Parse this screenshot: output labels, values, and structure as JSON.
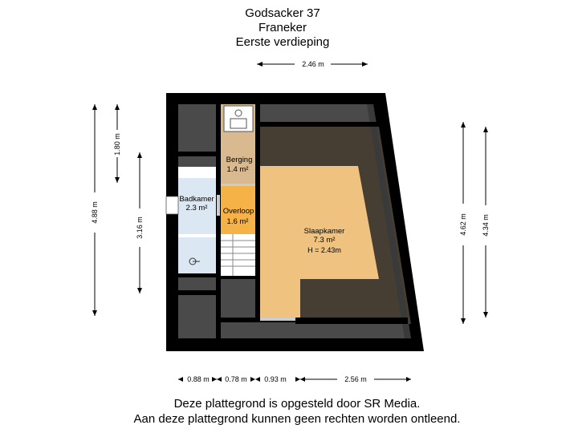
{
  "header": {
    "line1": "Godsacker 37",
    "line2": "Franeker",
    "line3": "Eerste verdieping"
  },
  "dimensions": {
    "top_width": "2.46 m",
    "left_outer": "4.88 m",
    "left_upper": "1.80 m",
    "left_middle": "3.16 m",
    "right_inner": "4.62 m",
    "right_outer": "4.34 m",
    "bottom": [
      "0.88 m",
      "0.78 m",
      "0.93 m",
      "2.56 m"
    ]
  },
  "rooms": {
    "berging": {
      "name": "Berging",
      "area": "1.4 m²"
    },
    "badkamer": {
      "name": "Badkamer",
      "area": "2.3 m²"
    },
    "overloop": {
      "name": "Overloop",
      "area": "1.6 m²"
    },
    "slaapkamer": {
      "name": "Slaapkamer",
      "area": "7.3 m²",
      "height": "H = 2.43m"
    }
  },
  "footer": {
    "line1": "Deze plattegrond is opgesteld door SR Media.",
    "line2": "Aan deze plattegrond kunnen geen rechten worden ontleend."
  },
  "colors": {
    "wall": "#000000",
    "wood_floor": "#f0c27f",
    "wet_area": "#dbe7f2",
    "dark_floor": "#463d33",
    "gray_floor": "#4a4a4a",
    "overloop": "#f5b247"
  }
}
